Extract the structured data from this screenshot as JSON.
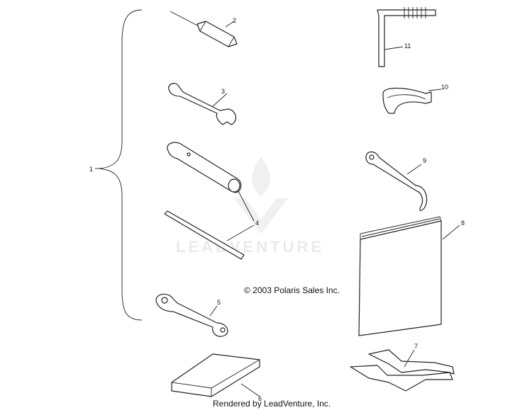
{
  "watermark": {
    "text": "LEADVENTURE"
  },
  "copyright": "© 2003 Polaris Sales Inc.",
  "rendered_by": "Rendered by LeadVenture, Inc.",
  "callouts": [
    "1",
    "2",
    "3",
    "4",
    "5",
    "6",
    "7",
    "8",
    "9",
    "10",
    "11"
  ]
}
